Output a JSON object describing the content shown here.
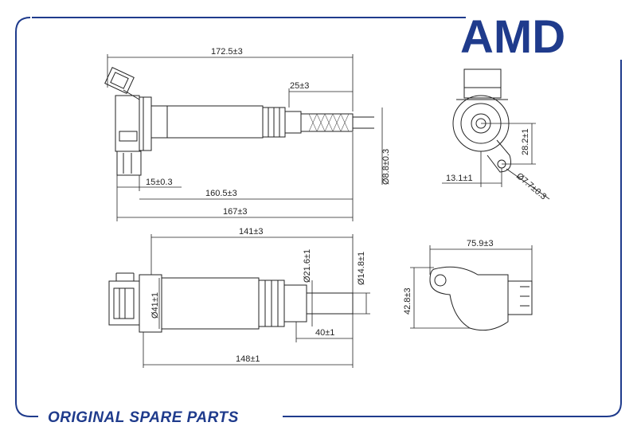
{
  "brand": {
    "name": "AMD",
    "color": "#1f3b8c"
  },
  "footer": {
    "text": "ORIGINAL SPARE PARTS"
  },
  "views": {
    "side_top": {
      "overall_length_top": "172.5±3",
      "tip_length": "25±3",
      "connector_offset": "15±0.3",
      "body_length": "160.5±3",
      "overall_length_bottom": "167±3",
      "tip_diameter": "Ø8.8±0.3"
    },
    "end": {
      "hole_offset_x": "13.1±1",
      "hole_offset_y": "28.2±1",
      "hole_diameter": "Ø7.7±0.3"
    },
    "side_bottom": {
      "barrel_length": "141±3",
      "barrel_diameter": "Ø21.6±1",
      "boot_diameter": "Ø14.8±1",
      "head_diameter": "Ø41±1",
      "boot_length": "40±1",
      "overall_length": "148±1"
    },
    "top": {
      "width": "75.9±3",
      "height": "42.8±3"
    }
  }
}
